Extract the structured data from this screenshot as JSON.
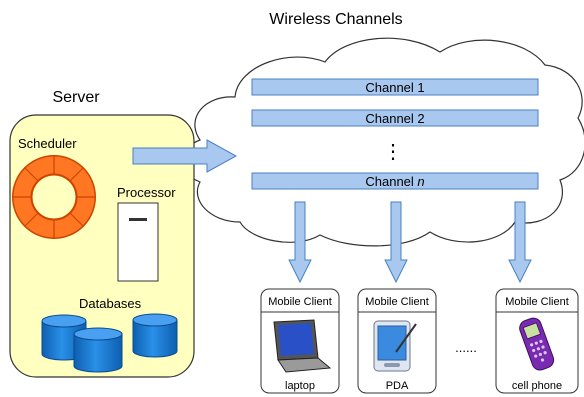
{
  "cloud": {
    "title": "Wireless Channels"
  },
  "channels": [
    {
      "label": "Channel 1",
      "prefix": "Channel ",
      "suffix": "1"
    },
    {
      "label": "Channel 2",
      "prefix": "Channel ",
      "suffix": "2"
    },
    {
      "label": "Channel n",
      "prefix": "Channel ",
      "suffix": "n"
    }
  ],
  "channel_gap_marker": "⋮",
  "server": {
    "title": "Server",
    "scheduler_label": "Scheduler",
    "processor_label": "Processor",
    "databases_label": "Databases"
  },
  "clients": [
    {
      "header": "Mobile Client",
      "device": "laptop",
      "icon": "laptop-icon"
    },
    {
      "header": "Mobile Client",
      "device": "PDA",
      "icon": "pda-icon"
    },
    {
      "header": "Mobile Client",
      "device": "cell phone",
      "icon": "cell-phone-icon"
    }
  ],
  "clients_gap_marker": "......",
  "colors": {
    "server_fill": "#ffffc0",
    "channel_fill": "#a8c8f0",
    "channel_stroke": "#4a7fc0",
    "arrow_fill": "#a8c8f0",
    "database_fill": "#1e7fd8",
    "scheduler_ring": "#ff7722"
  }
}
